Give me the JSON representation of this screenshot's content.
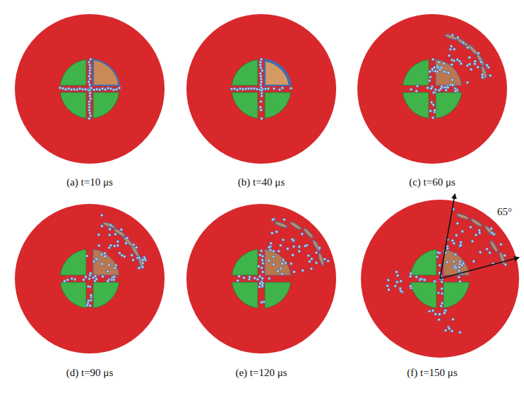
{
  "diagram": {
    "labels": [
      "(a) t=10 μs",
      "(b) t=40 μs",
      "(c) t=60 μs",
      "(d) t=90 μs",
      "(e) t=120 μs",
      "(f) t=150 μs",
      "65°"
    ]
  }
}
